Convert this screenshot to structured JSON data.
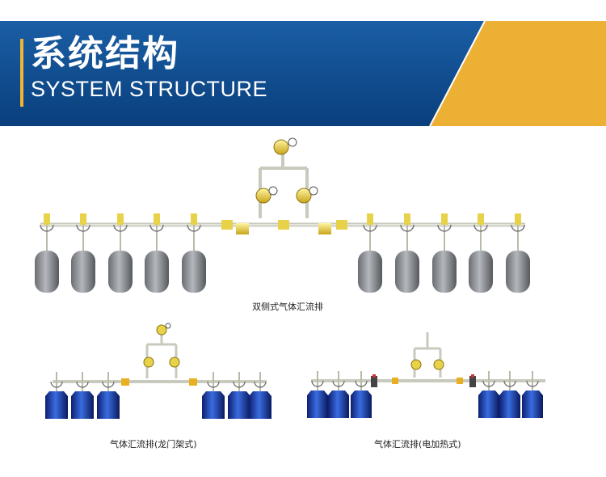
{
  "header": {
    "title_cn": "系统结构",
    "title_en": "SYSTEM STRUCTURE",
    "colors": {
      "blue": "#0d4a8a",
      "gold": "#ecb035"
    }
  },
  "diagrams": [
    {
      "caption": "双侧式气体汇流排",
      "cylinder_color": "gray",
      "cylinders_per_side": 5
    },
    {
      "caption": "气体汇流排(龙门架式)",
      "cylinder_color": "blue",
      "cylinders_per_side": 3
    },
    {
      "caption": "气体汇流排(电加热式)",
      "cylinder_color": "blue",
      "cylinders_per_side": 3
    }
  ]
}
